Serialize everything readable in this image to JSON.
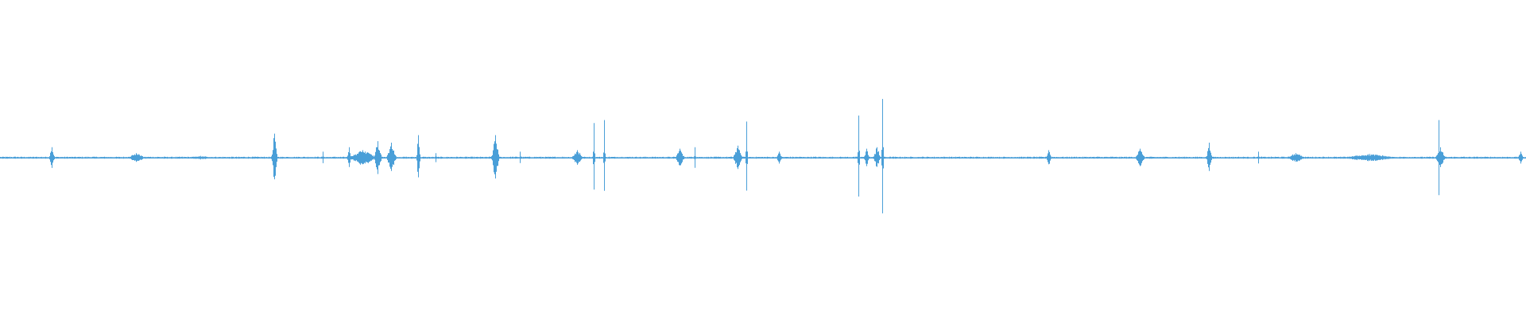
{
  "colors": {
    "background": "#ffffff",
    "waveform": "#4a9fd8"
  },
  "chart_data": {
    "type": "line",
    "title": "",
    "xlabel": "",
    "ylabel": "",
    "grid": false,
    "legend": "none",
    "x_range": [
      0,
      1920
    ],
    "y_range": [
      -1,
      1
    ],
    "baseline": 0,
    "noise_floor": 0.006,
    "peaks": [
      {
        "x": 65,
        "amp": 0.07,
        "width": 3
      },
      {
        "x": 171,
        "amp": 0.03,
        "width": 10
      },
      {
        "x": 252,
        "amp": 0.012,
        "width": 16
      },
      {
        "x": 345,
        "amp": 0.16,
        "width": 3
      },
      {
        "x": 406,
        "amp": 0.04,
        "width": 1
      },
      {
        "x": 439,
        "amp": 0.07,
        "width": 2
      },
      {
        "x": 456,
        "amp": 0.05,
        "width": 16
      },
      {
        "x": 475,
        "amp": 0.11,
        "width": 4
      },
      {
        "x": 492,
        "amp": 0.1,
        "width": 5
      },
      {
        "x": 526,
        "amp": 0.15,
        "width": 2
      },
      {
        "x": 548,
        "amp": 0.03,
        "width": 1
      },
      {
        "x": 623,
        "amp": 0.15,
        "width": 4
      },
      {
        "x": 654,
        "amp": 0.04,
        "width": 1
      },
      {
        "x": 726,
        "amp": 0.05,
        "width": 6
      },
      {
        "x": 747,
        "amp": 0.23,
        "width": 1
      },
      {
        "x": 760,
        "amp": 0.25,
        "width": 1
      },
      {
        "x": 855,
        "amp": 0.06,
        "width": 5
      },
      {
        "x": 874,
        "amp": 0.07,
        "width": 1
      },
      {
        "x": 928,
        "amp": 0.08,
        "width": 5
      },
      {
        "x": 939,
        "amp": 0.24,
        "width": 1
      },
      {
        "x": 980,
        "amp": 0.04,
        "width": 3
      },
      {
        "x": 1080,
        "amp": 0.28,
        "width": 1
      },
      {
        "x": 1090,
        "amp": 0.06,
        "width": 3
      },
      {
        "x": 1103,
        "amp": 0.07,
        "width": 4
      },
      {
        "x": 1110,
        "amp": 0.39,
        "width": 1
      },
      {
        "x": 1319,
        "amp": 0.05,
        "width": 3
      },
      {
        "x": 1434,
        "amp": 0.06,
        "width": 5
      },
      {
        "x": 1521,
        "amp": 0.1,
        "width": 3
      },
      {
        "x": 1583,
        "amp": 0.04,
        "width": 1
      },
      {
        "x": 1630,
        "amp": 0.03,
        "width": 10
      },
      {
        "x": 1723,
        "amp": 0.025,
        "width": 32
      },
      {
        "x": 1810,
        "amp": 0.25,
        "width": 1
      },
      {
        "x": 1812,
        "amp": 0.07,
        "width": 5
      },
      {
        "x": 1913,
        "amp": 0.04,
        "width": 3
      }
    ]
  }
}
